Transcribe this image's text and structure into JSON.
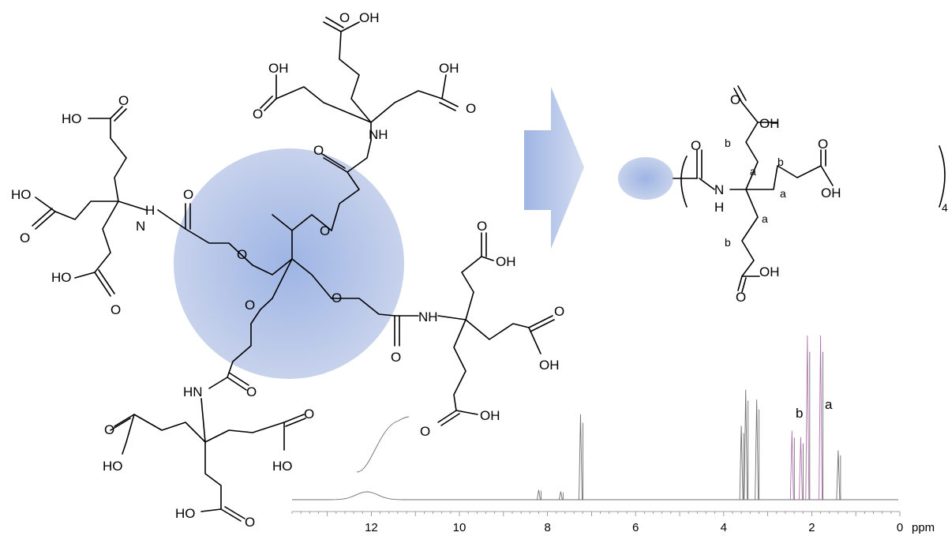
{
  "atoms": {
    "cooh_ho": "HO",
    "cooh_oh": "OH",
    "o": "O",
    "nh": "NH",
    "hn": "HN",
    "h": "H",
    "n": "N"
  },
  "repeat_unit": {
    "subscript": "4",
    "label_a": "a",
    "label_b": "b"
  },
  "spectrum": {
    "unit": "ppm",
    "peak_label_b": "b",
    "peak_label_a": "a",
    "ticks": [
      "12",
      "10",
      "8",
      "6",
      "4",
      "2",
      "0"
    ]
  },
  "chart_data": {
    "type": "line",
    "xlabel": "ppm",
    "xlim": [
      13.8,
      0
    ],
    "x_ticks": [
      12,
      10,
      8,
      6,
      4,
      2,
      0
    ],
    "peaks": [
      {
        "ppm": 12.1,
        "height": 0.05
      },
      {
        "ppm": 8.2,
        "height": 0.06
      },
      {
        "ppm": 7.7,
        "height": 0.05
      },
      {
        "ppm": 7.25,
        "height": 0.52
      },
      {
        "ppm": 3.6,
        "height": 0.45
      },
      {
        "ppm": 3.5,
        "height": 0.67
      },
      {
        "ppm": 3.25,
        "height": 0.61
      },
      {
        "ppm": 2.45,
        "height": 0.42
      },
      {
        "ppm": 2.25,
        "height": 0.38
      },
      {
        "ppm": 2.1,
        "height": 1.0
      },
      {
        "ppm": 1.8,
        "height": 1.0
      },
      {
        "ppm": 1.4,
        "height": 0.3
      }
    ],
    "annotations": [
      {
        "text": "b",
        "ppm": 2.3
      },
      {
        "text": "a",
        "ppm": 1.75
      }
    ]
  }
}
